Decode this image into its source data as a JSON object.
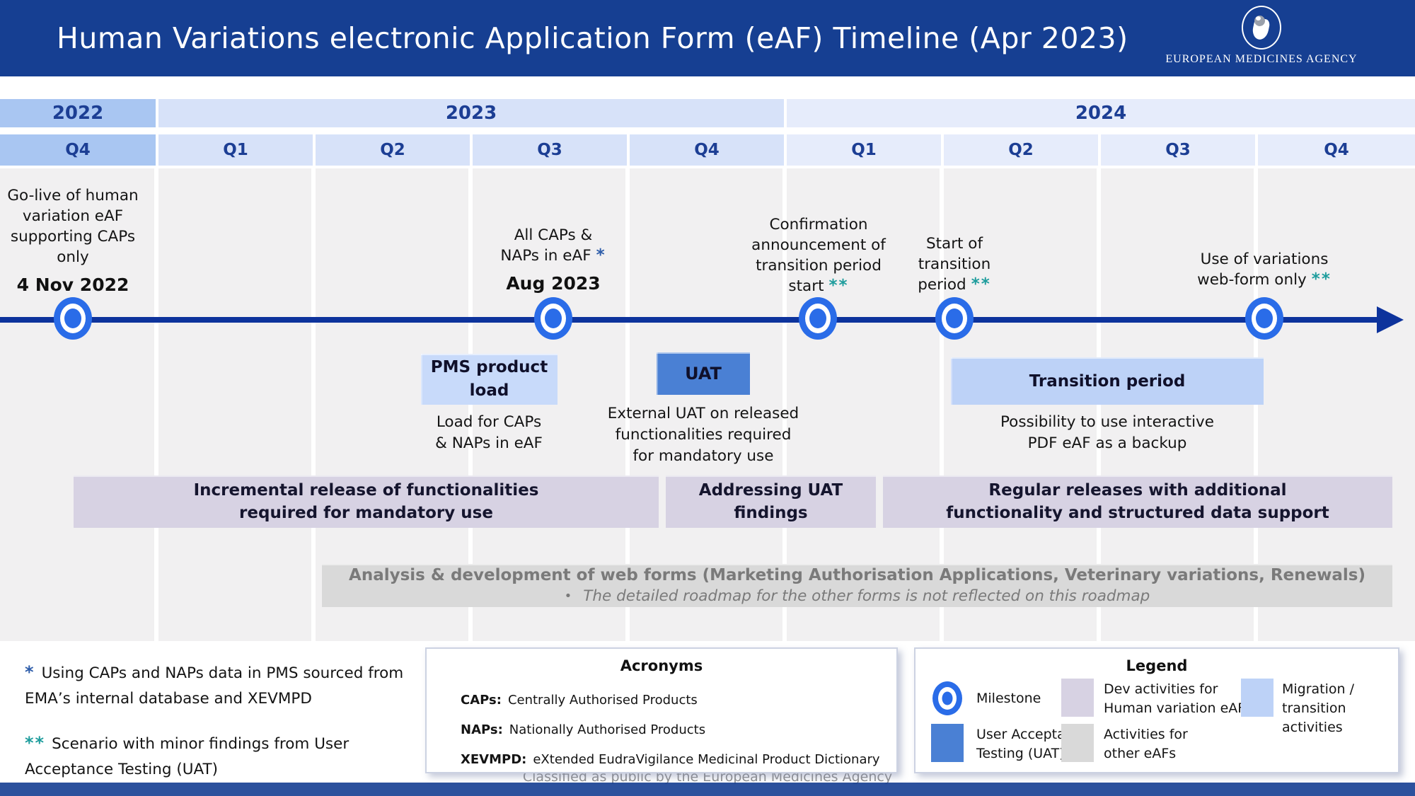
{
  "colors": {
    "header_bg": "#163f92",
    "timeline": "#0d339c",
    "milestone_blue": "#2a6ce8",
    "year_2022": "#a9c6f2",
    "year_2023": "#d7e2f9",
    "year_2024": "#e6ecfb",
    "dev_purple": "#d7d2e3",
    "uat_blue": "#4a80d4",
    "pms_blue": "#c8dafa",
    "migration_blue": "#bdd2f7",
    "other_gray": "#d9d9d9",
    "note_blue": "#2e5daa",
    "note_teal": "#1f9d9d"
  },
  "header": {
    "title": "Human Variations electronic Application Form (eAF) Timeline (Apr 2023)",
    "logo_caption": "EUROPEAN MEDICINES AGENCY"
  },
  "years": [
    {
      "label": "2022"
    },
    {
      "label": "2023"
    },
    {
      "label": "2024"
    }
  ],
  "quarters": [
    {
      "label": "Q4"
    },
    {
      "label": "Q1"
    },
    {
      "label": "Q2"
    },
    {
      "label": "Q3"
    },
    {
      "label": "Q4"
    },
    {
      "label": "Q1"
    },
    {
      "label": "Q2"
    },
    {
      "label": "Q3"
    },
    {
      "label": "Q4"
    }
  ],
  "milestones": [
    {
      "text": "Go-live of human\nvariation eAF\nsupporting CAPs\nonly",
      "mark": "",
      "date": "4 Nov 2022"
    },
    {
      "text": "All CAPs &\nNAPs in eAF",
      "mark": "*",
      "date": "Aug 2023"
    },
    {
      "text": "Confirmation\nannouncement of\ntransition period\nstart",
      "mark": "**",
      "date": ""
    },
    {
      "text": "Start of\ntransition\nperiod",
      "mark": "**",
      "date": ""
    },
    {
      "text": "Use of variations\nweb-form only",
      "mark": "**",
      "date": ""
    }
  ],
  "activities": {
    "pms": {
      "title": "PMS product\nload",
      "caption": "Load for CAPs\n& NAPs in eAF"
    },
    "uat": {
      "title": "UAT",
      "caption": "External UAT on released\nfunctionalities required\nfor mandatory use"
    },
    "transition": {
      "title": "Transition period",
      "caption": "Possibility to use interactive\nPDF eAF as a backup"
    }
  },
  "dev_bars": [
    {
      "text": "Incremental release of functionalities\nrequired for mandatory use"
    },
    {
      "text": "Addressing UAT\nfindings"
    },
    {
      "text": "Regular releases with additional\nfunctionality and structured data support"
    }
  ],
  "web_forms_bar": {
    "line1": "Analysis & development of web forms (Marketing Authorisation Applications, Veterinary variations, Renewals)",
    "bullet": "•",
    "line2": "The detailed roadmap for the other forms is not reflected on this roadmap"
  },
  "footnotes": [
    {
      "mark": "*",
      "text": "Using CAPs and NAPs data in PMS sourced from EMA’s internal database and XEVMPD"
    },
    {
      "mark": "**",
      "text": "Scenario with minor findings from User Acceptance Testing (UAT)"
    }
  ],
  "acronyms": {
    "title": "Acronyms",
    "items": [
      {
        "term": "CAPs:",
        "definition": "Centrally Authorised Products"
      },
      {
        "term": "NAPs:",
        "definition": "Nationally Authorised Products"
      },
      {
        "term": "XEVMPD:",
        "definition": "eXtended EudraVigilance Medicinal Product Dictionary"
      }
    ]
  },
  "legend": {
    "title": "Legend",
    "milestone_label": "Milestone",
    "uat_label": "User Acceptance\nTesting (UAT)",
    "dev_label": "Dev activities for\nHuman variation eAF",
    "other_label": "Activities for\nother eAFs",
    "migration_label": "Migration /\ntransition activities"
  },
  "footer": {
    "classification": "Classified as public by the European Medicines Agency"
  }
}
